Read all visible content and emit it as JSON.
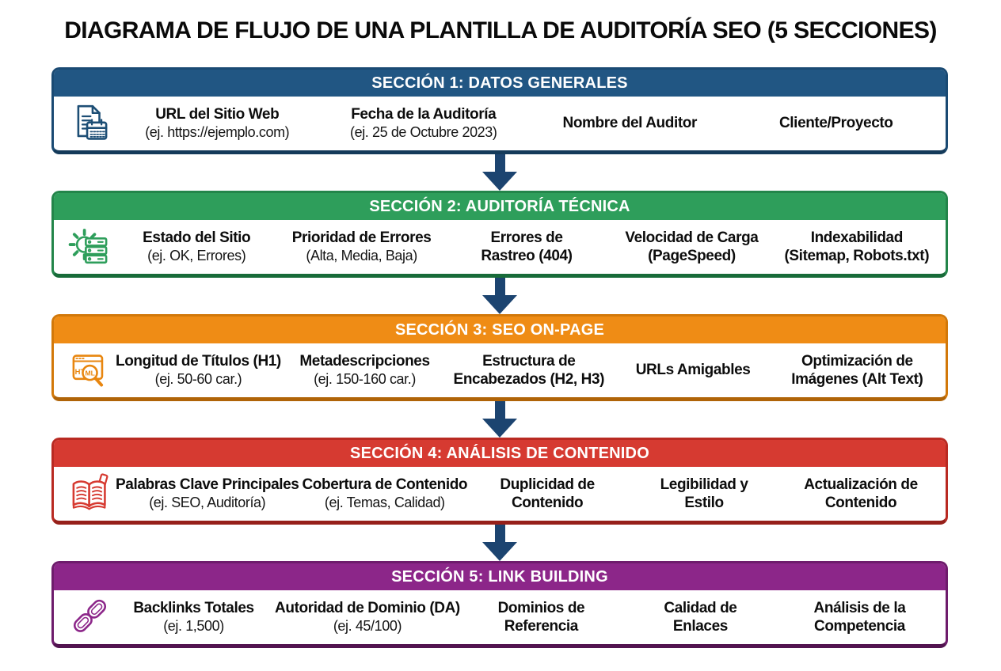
{
  "title": "DIAGRAMA DE FLUJO DE UNA PLANTILLA DE AUDITORÍA SEO (5 SECCIONES)",
  "arrow_color": "#1c4470",
  "sections": [
    {
      "header": "SECCIÓN 1: DATOS GENERALES",
      "header_color": "#215683",
      "border_color": "#1a4a73",
      "bottom_color": "#143a5a",
      "icon": "document-calendar-icon",
      "icon_color": "#1d4e75",
      "items": [
        {
          "title_lines": [
            "URL del Sitio Web"
          ],
          "subtitle_lines": [
            "(ej. https://ejemplo.com)"
          ]
        },
        {
          "title_lines": [
            "Fecha de la Auditoría"
          ],
          "subtitle_lines": [
            "(ej. 25 de Octubre 2023)"
          ]
        },
        {
          "title_lines": [
            "Nombre del Auditor"
          ],
          "subtitle_lines": []
        },
        {
          "title_lines": [
            "Cliente/Proyecto"
          ],
          "subtitle_lines": []
        }
      ]
    },
    {
      "header": "SECCIÓN 2: AUDITORÍA TÉCNICA",
      "header_color": "#2e9e5b",
      "border_color": "#23854a",
      "bottom_color": "#186b39",
      "icon": "gear-server-icon",
      "icon_color": "#2e9e5b",
      "items": [
        {
          "title_lines": [
            "Estado del Sitio"
          ],
          "subtitle_lines": [
            "(ej. OK, Errores)"
          ]
        },
        {
          "title_lines": [
            "Prioridad de Errores"
          ],
          "subtitle_lines": [
            "(Alta, Media, Baja)"
          ]
        },
        {
          "title_lines": [
            "Errores de",
            "Rastreo (404)"
          ],
          "subtitle_lines": []
        },
        {
          "title_lines": [
            "Velocidad de Carga",
            "(PageSpeed)"
          ],
          "subtitle_lines": []
        },
        {
          "title_lines": [
            "Indexabilidad",
            "(Sitemap, Robots.txt)"
          ],
          "subtitle_lines": []
        }
      ]
    },
    {
      "header": "SECCIÓN 3: SEO ON-PAGE",
      "header_color": "#ef8c15",
      "border_color": "#d27809",
      "bottom_color": "#b06408",
      "icon": "html-magnifier-icon",
      "icon_color": "#e8860f",
      "items": [
        {
          "title_lines": [
            "Longitud de Títulos (H1)"
          ],
          "subtitle_lines": [
            "(ej. 50-60 car.)"
          ]
        },
        {
          "title_lines": [
            "Metadescripciones"
          ],
          "subtitle_lines": [
            "(ej. 150-160 car.)"
          ]
        },
        {
          "title_lines": [
            "Estructura de",
            "Encabezados (H2, H3)"
          ],
          "subtitle_lines": []
        },
        {
          "title_lines": [
            "URLs Amigables"
          ],
          "subtitle_lines": []
        },
        {
          "title_lines": [
            "Optimización de",
            "Imágenes (Alt Text)"
          ],
          "subtitle_lines": []
        }
      ]
    },
    {
      "header": "SECCIÓN 4: ANÁLISIS DE CONTENIDO",
      "header_color": "#d63a31",
      "border_color": "#b92a22",
      "bottom_color": "#96201a",
      "icon": "book-pencil-icon",
      "icon_color": "#d63a31",
      "items": [
        {
          "title_lines": [
            "Palabras Clave Principales"
          ],
          "subtitle_lines": [
            "(ej. SEO, Auditoría)"
          ]
        },
        {
          "title_lines": [
            "Cobertura de Contenido"
          ],
          "subtitle_lines": [
            "(ej. Temas, Calidad)"
          ]
        },
        {
          "title_lines": [
            "Duplicidad de",
            "Contenido"
          ],
          "subtitle_lines": []
        },
        {
          "title_lines": [
            "Legibilidad y",
            "Estilo"
          ],
          "subtitle_lines": []
        },
        {
          "title_lines": [
            "Actualización de",
            "Contenido"
          ],
          "subtitle_lines": []
        }
      ]
    },
    {
      "header": "SECCIÓN 5: LINK BUILDING",
      "header_color": "#8c2689",
      "border_color": "#6e1c6c",
      "bottom_color": "#521450",
      "icon": "chain-links-icon",
      "icon_color": "#8c2689",
      "items": [
        {
          "title_lines": [
            "Backlinks Totales"
          ],
          "subtitle_lines": [
            "(ej. 1,500)"
          ]
        },
        {
          "title_lines": [
            "Autoridad de Dominio (DA)"
          ],
          "subtitle_lines": [
            "(ej. 45/100)"
          ]
        },
        {
          "title_lines": [
            "Dominios de",
            "Referencia"
          ],
          "subtitle_lines": []
        },
        {
          "title_lines": [
            "Calidad de",
            "Enlaces"
          ],
          "subtitle_lines": []
        },
        {
          "title_lines": [
            "Análisis de la",
            "Competencia"
          ],
          "subtitle_lines": []
        }
      ]
    }
  ]
}
